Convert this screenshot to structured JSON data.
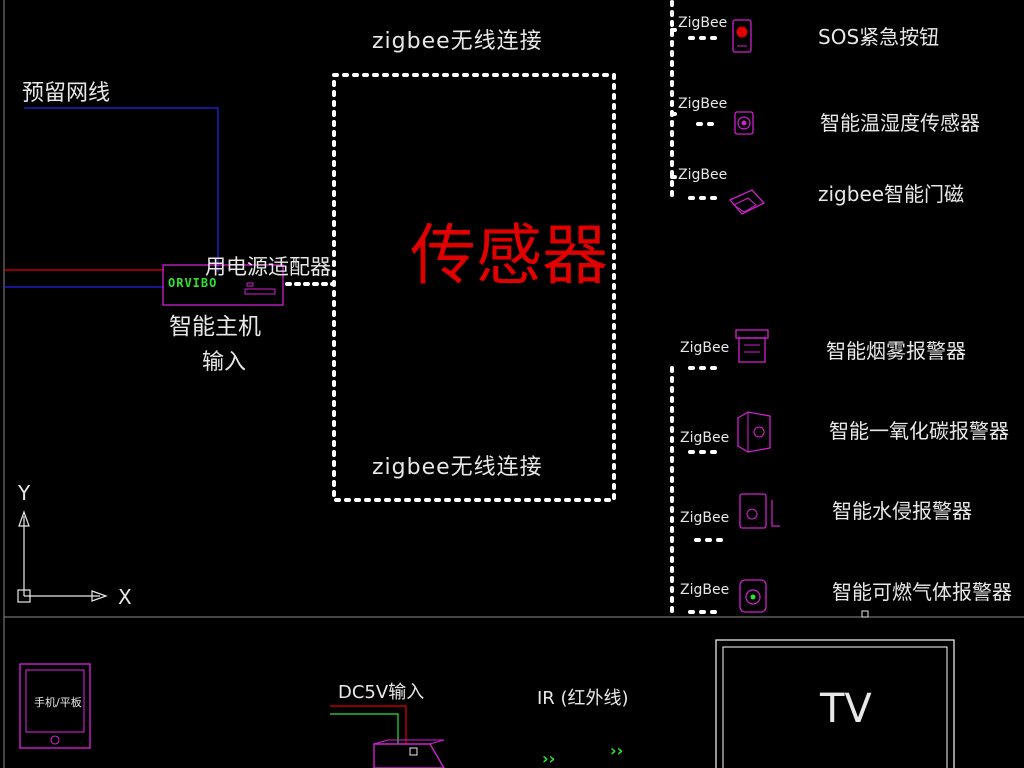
{
  "drawing": {
    "reserved_network_label": "预留网线",
    "zigbee_top_label": "zigbee无线连接",
    "zigbee_bottom_label": "zigbee无线连接",
    "power_adapter_label": "用电源适配器",
    "hub_brand": "ORVIBO",
    "hub_label": "智能主机",
    "input_label": "输入",
    "sensor_title": "传感器",
    "dc5v_label": "DC5V输入",
    "ir_label": "IR (红外线)",
    "tv_label": "TV",
    "phone_label": "手机/平板",
    "chevrons": "››"
  },
  "axes": {
    "y_label": "Y",
    "x_label": "X"
  },
  "devices_top": [
    {
      "tag": "ZigBee",
      "label": "SOS紧急按钮",
      "icon": "sos-button-icon"
    },
    {
      "tag": "ZigBee",
      "label": "智能温湿度传感器",
      "icon": "temp-humidity-sensor-icon"
    },
    {
      "tag": "ZigBee",
      "label": "zigbee智能门磁",
      "icon": "door-sensor-icon"
    }
  ],
  "devices_bottom": [
    {
      "tag": "ZigBee",
      "label": "智能烟雾报警器",
      "icon": "smoke-alarm-icon"
    },
    {
      "tag": "ZigBee",
      "label": "智能一氧化碳报警器",
      "icon": "co-alarm-icon"
    },
    {
      "tag": "ZigBee",
      "label": "智能水侵报警器",
      "icon": "water-leak-alarm-icon"
    },
    {
      "tag": "ZigBee",
      "label": "智能可燃气体报警器",
      "icon": "gas-alarm-icon"
    }
  ],
  "colors": {
    "background": "#000000",
    "text": "#e8e8e8",
    "magenta": "#d020d0",
    "red": "#e00000",
    "blue": "#2020e0",
    "green": "#30e030",
    "dots": "#ffffff"
  }
}
